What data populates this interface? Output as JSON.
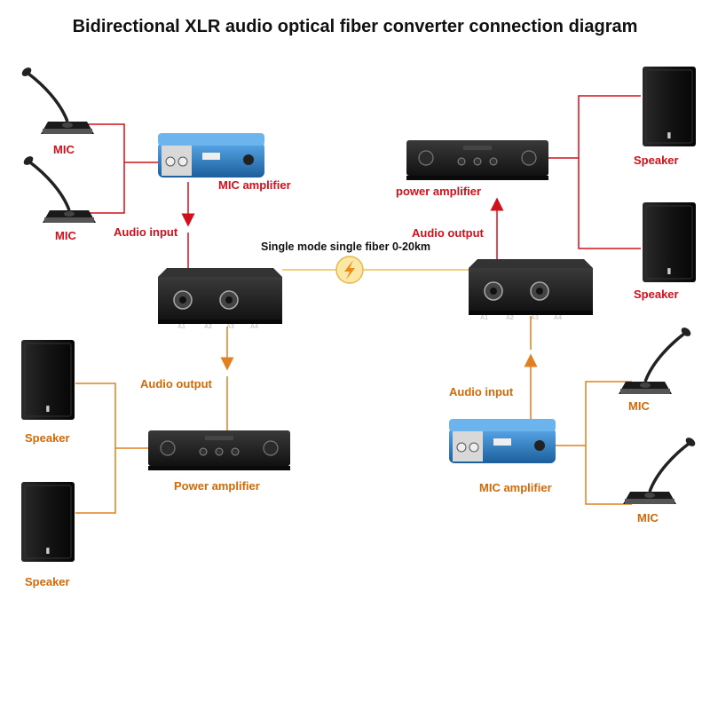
{
  "title": "Bidirectional XLR audio optical fiber converter connection diagram",
  "fiber_label": "Single mode single fiber 0-20km",
  "colors": {
    "red_link": "#d0101a",
    "orange_link": "#e08020",
    "fiber": "#f0d080",
    "mic_amp_blue": "#2a7fc8",
    "device_black": "#1c1c1c"
  },
  "left": {
    "mic_top_label": "MIC",
    "mic_bottom_label": "MIC",
    "mic_amplifier_label": "MIC amplifier",
    "audio_input_label": "Audio input",
    "audio_output_label": "Audio output",
    "power_amplifier_label": "Power amplifier",
    "speaker_top_label": "Speaker",
    "speaker_bottom_label": "Speaker",
    "ports": [
      "A1",
      "A2",
      "A3",
      "A4"
    ]
  },
  "right": {
    "speaker_top_label": "Speaker",
    "speaker_bottom_label": "Speaker",
    "power_amplifier_label": "power amplifier",
    "audio_output_label": "Audio output",
    "audio_input_label": "Audio input",
    "mic_amplifier_label": "MIC amplifier",
    "mic_top_label": "MIC",
    "mic_bottom_label": "MIC",
    "ports": [
      "A1",
      "A2",
      "A3",
      "A4"
    ]
  }
}
